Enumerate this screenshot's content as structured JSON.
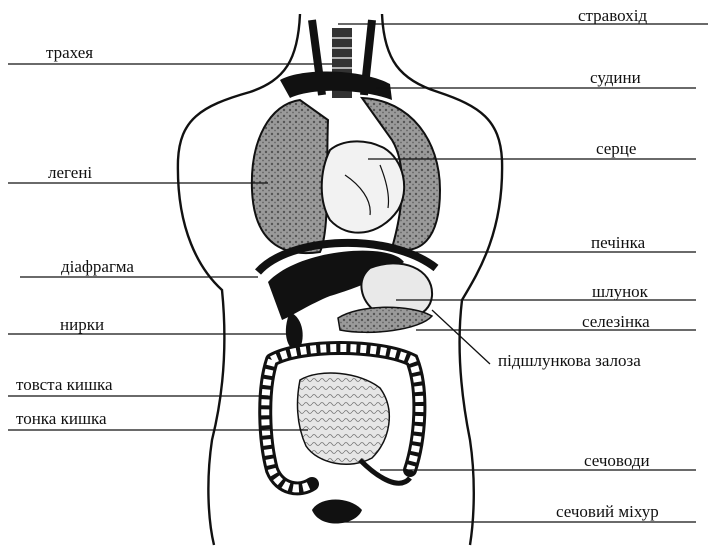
{
  "labels": {
    "esophagus": "стравохід",
    "trachea": "трахея",
    "vessels": "судини",
    "lungs": "легені",
    "heart": "серце",
    "liver": "печінка",
    "diaphragm": "діафрагма",
    "stomach": "шлунок",
    "kidneys": "нирки",
    "spleen": "селезінка",
    "pancreas": "підшлункова залоза",
    "large_intestine": "товста кишка",
    "small_intestine": "тонка кишка",
    "ureters": "сечоводи",
    "bladder": "сечовий міхур"
  },
  "colors": {
    "ink": "#111111",
    "lung_fill": "#8a8a8a",
    "organ_dark": "#151515",
    "organ_light": "#d8d8d8"
  }
}
